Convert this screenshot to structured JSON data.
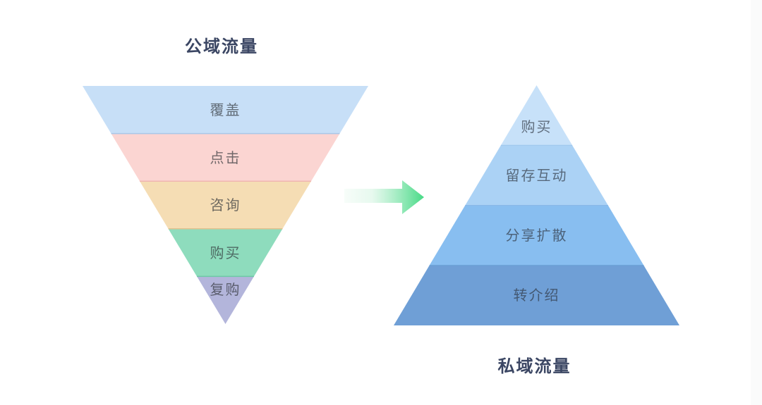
{
  "page": {
    "background_color": "#ffffff"
  },
  "funnel": {
    "title": "公域流量",
    "title_color": "#3b4663",
    "label_color": "#2f3338",
    "layers": [
      {
        "label": "覆盖",
        "fill": "#c7dff7",
        "divider": "#a9c7e8"
      },
      {
        "label": "点击",
        "fill": "#fbd5d2",
        "divider": "#f0b5b1"
      },
      {
        "label": "咨询",
        "fill": "#f5ddb4",
        "divider": "#e3c28f"
      },
      {
        "label": "购买",
        "fill": "#8edcbd",
        "divider": "#6cc9a6"
      },
      {
        "label": "复购",
        "fill": "#b3b5db",
        "divider": ""
      }
    ]
  },
  "arrow": {
    "name": "flow-arrow",
    "color_start": "#dff7e9",
    "color_end": "#47da86"
  },
  "pyramid": {
    "title": "私域流量",
    "title_color": "#3b4663",
    "label_color": "#2f3742",
    "layers": [
      {
        "label": "购买",
        "fill": "#c7e1f9",
        "divider": "#9cc5ec"
      },
      {
        "label": "留存互动",
        "fill": "#abd2f5",
        "divider": "#8ab7e6"
      },
      {
        "label": "分享扩散",
        "fill": "#88bef0",
        "divider": "#679dd2"
      },
      {
        "label": "转介绍",
        "fill": "#6f9fd6",
        "divider": ""
      }
    ]
  }
}
